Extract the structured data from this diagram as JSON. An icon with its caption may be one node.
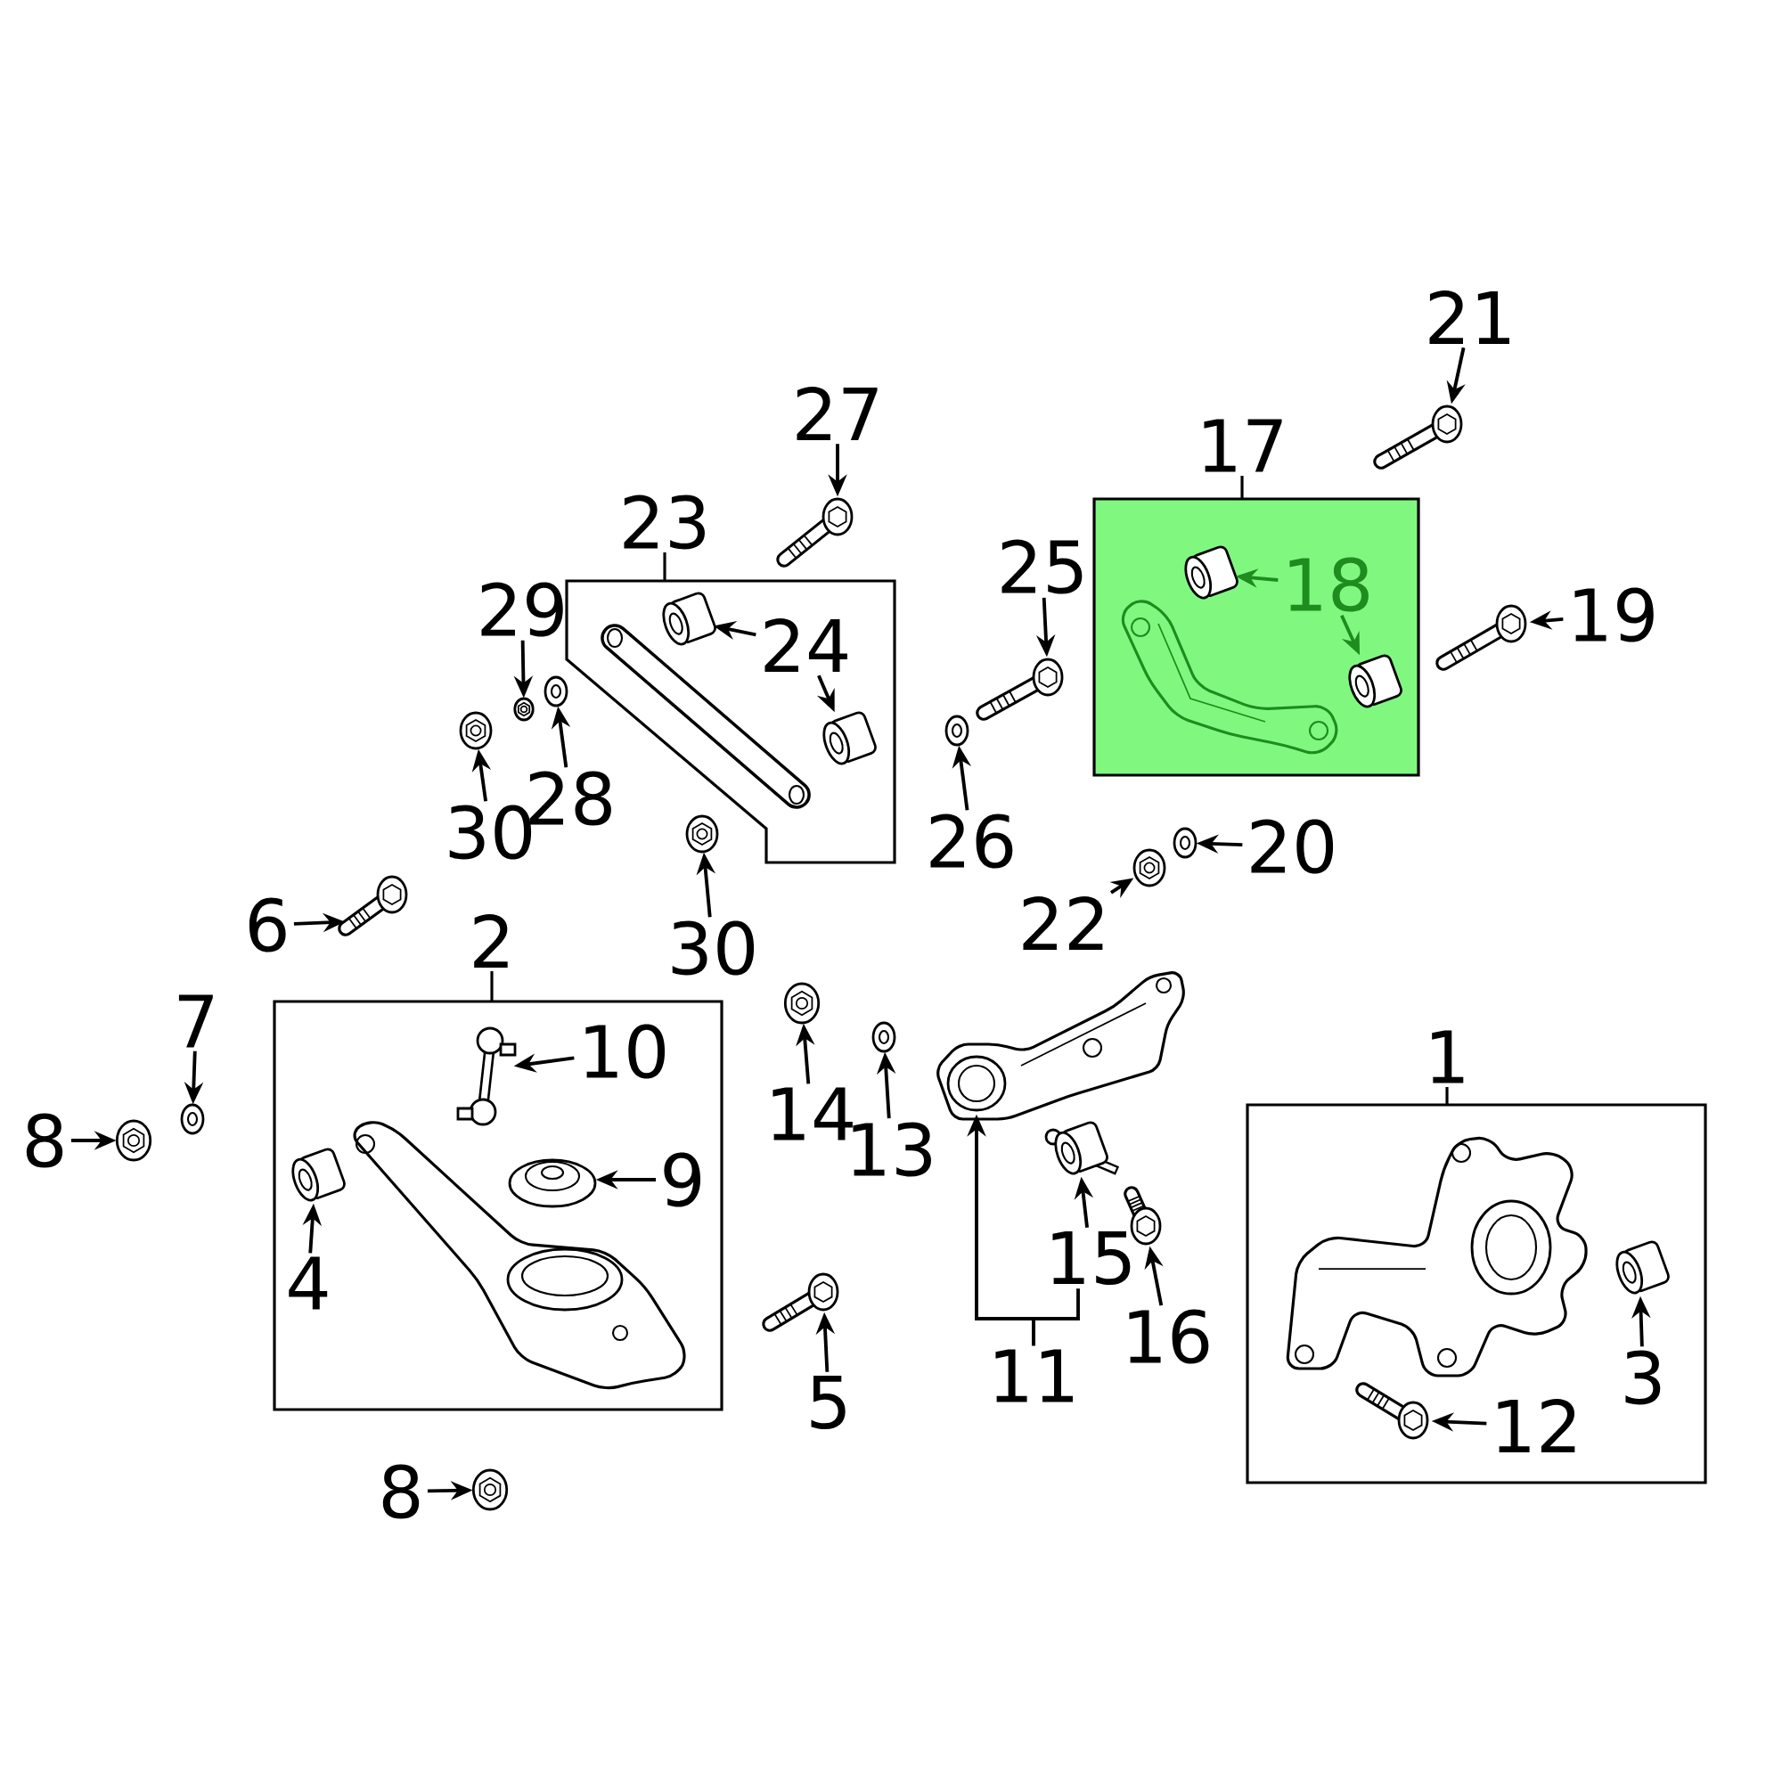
{
  "diagram": {
    "nodes": [
      {
        "text": [
          "21"
        ]
      },
      {
        "text": [],
        "shape": "picture"
      },
      {
        "text": [
          "17"
        ]
      },
      {
        "text": [],
        "shape": "picture",
        "in": 2
      },
      {
        "text": [
          "18"
        ],
        "in": 2
      },
      {
        "text": [],
        "shape": "picture",
        "in": 2
      },
      {
        "text": [
          "25"
        ]
      },
      {
        "text": [],
        "shape": "picture"
      },
      {
        "text": [
          "19"
        ]
      },
      {
        "text": [],
        "shape": "picture"
      },
      {
        "text": [
          "27"
        ]
      },
      {
        "text": [],
        "shape": "picture"
      },
      {
        "text": [
          "23"
        ]
      },
      {
        "text": [],
        "shape": "picture",
        "in": 12
      },
      {
        "text": [
          "24"
        ],
        "in": 12
      },
      {
        "text": [],
        "shape": "picture",
        "in": 12
      },
      {
        "text": [
          "29"
        ]
      },
      {
        "text": [],
        "shape": "picture"
      },
      {
        "text": [],
        "shape": "picture"
      },
      {
        "text": [
          "28"
        ]
      },
      {
        "text": [],
        "shape": "picture"
      },
      {
        "text": [
          "30"
        ]
      },
      {
        "text": [
          "26"
        ]
      },
      {
        "text": [],
        "shape": "picture"
      },
      {
        "text": [],
        "shape": "picture"
      },
      {
        "text": [
          "20"
        ]
      },
      {
        "text": [],
        "shape": "picture"
      },
      {
        "text": [
          "22"
        ]
      },
      {
        "text": [
          "6"
        ]
      },
      {
        "text": [],
        "shape": "picture"
      },
      {
        "text": [],
        "shape": "picture"
      },
      {
        "text": [
          "30"
        ]
      },
      {
        "text": [
          "2"
        ]
      },
      {
        "text": [],
        "shape": "picture",
        "in": 32
      },
      {
        "text": [
          "10"
        ],
        "in": 32
      },
      {
        "text": [],
        "shape": "picture",
        "in": 32
      },
      {
        "text": [],
        "shape": "picture",
        "in": 32
      },
      {
        "text": [
          "9"
        ],
        "in": 32
      },
      {
        "text": [
          "4"
        ],
        "in": 32
      },
      {
        "text": [
          "7"
        ]
      },
      {
        "text": [],
        "shape": "picture"
      },
      {
        "text": [
          "8"
        ]
      },
      {
        "text": [],
        "shape": "picture"
      },
      {
        "text": [],
        "shape": "picture"
      },
      {
        "text": [
          "14"
        ]
      },
      {
        "text": [],
        "shape": "picture"
      },
      {
        "text": [
          "13"
        ]
      },
      {
        "text": [],
        "shape": "picture"
      },
      {
        "text": [],
        "shape": "picture"
      },
      {
        "text": [
          "15"
        ]
      },
      {
        "text": [],
        "shape": "picture"
      },
      {
        "text": [
          "16"
        ]
      },
      {
        "text": [],
        "shape": "picture"
      },
      {
        "text": [
          "5"
        ]
      },
      {
        "text": [
          "11"
        ]
      },
      {
        "text": [
          "1"
        ]
      },
      {
        "text": [],
        "shape": "picture",
        "in": 55
      },
      {
        "text": [
          "3"
        ],
        "in": 55
      },
      {
        "text": [],
        "shape": "picture",
        "in": 55
      },
      {
        "text": [
          "12"
        ],
        "in": 55
      },
      {
        "text": [
          "8"
        ]
      },
      {
        "text": [],
        "shape": "picture"
      }
    ],
    "edges": [
      {
        "from": 0,
        "to": 1,
        "arrow": "to"
      },
      {
        "from": 4,
        "to": 3,
        "arrow": "to",
        "color": "#1e8c1e"
      },
      {
        "from": 4,
        "to": 5,
        "arrow": "to",
        "color": "#1e8c1e"
      },
      {
        "from": 6,
        "to": 7,
        "arrow": "to"
      },
      {
        "from": 8,
        "to": 9,
        "arrow": "to"
      },
      {
        "from": 10,
        "to": 11,
        "arrow": "to"
      },
      {
        "from": 14,
        "to": 13,
        "arrow": "to"
      },
      {
        "from": 14,
        "to": 15,
        "arrow": "to"
      },
      {
        "from": 16,
        "to": 17,
        "arrow": "to"
      },
      {
        "from": 19,
        "to": 18,
        "arrow": "to"
      },
      {
        "from": 21,
        "to": 20,
        "arrow": "to"
      },
      {
        "from": 22,
        "to": 23,
        "arrow": "to"
      },
      {
        "from": 25,
        "to": 24,
        "arrow": "to"
      },
      {
        "from": 27,
        "to": 26,
        "arrow": "to"
      },
      {
        "from": 28,
        "to": 29,
        "arrow": "to"
      },
      {
        "from": 31,
        "to": 30,
        "arrow": "to"
      },
      {
        "from": 34,
        "to": 33,
        "arrow": "to"
      },
      {
        "from": 37,
        "to": 36,
        "arrow": "to"
      },
      {
        "from": 38,
        "to": 35,
        "arrow": "to"
      },
      {
        "from": 39,
        "to": 40,
        "arrow": "to"
      },
      {
        "from": 41,
        "to": 42,
        "arrow": "to"
      },
      {
        "from": 44,
        "to": 43,
        "arrow": "to"
      },
      {
        "from": 46,
        "to": 45,
        "arrow": "to"
      },
      {
        "from": 49,
        "to": 48,
        "arrow": "to"
      },
      {
        "from": 51,
        "to": 50,
        "arrow": "to"
      },
      {
        "from": 53,
        "to": 52,
        "arrow": "to"
      },
      {
        "from": 54,
        "to": 47,
        "arrow": "to"
      },
      {
        "from": 57,
        "to": 56,
        "arrow": "to"
      },
      {
        "from": 59,
        "to": 58,
        "arrow": "to"
      },
      {
        "from": 60,
        "to": 61,
        "arrow": "to"
      },
      {
        "from": 54,
        "to": 49,
        "arrow": "none"
      }
    ]
  }
}
